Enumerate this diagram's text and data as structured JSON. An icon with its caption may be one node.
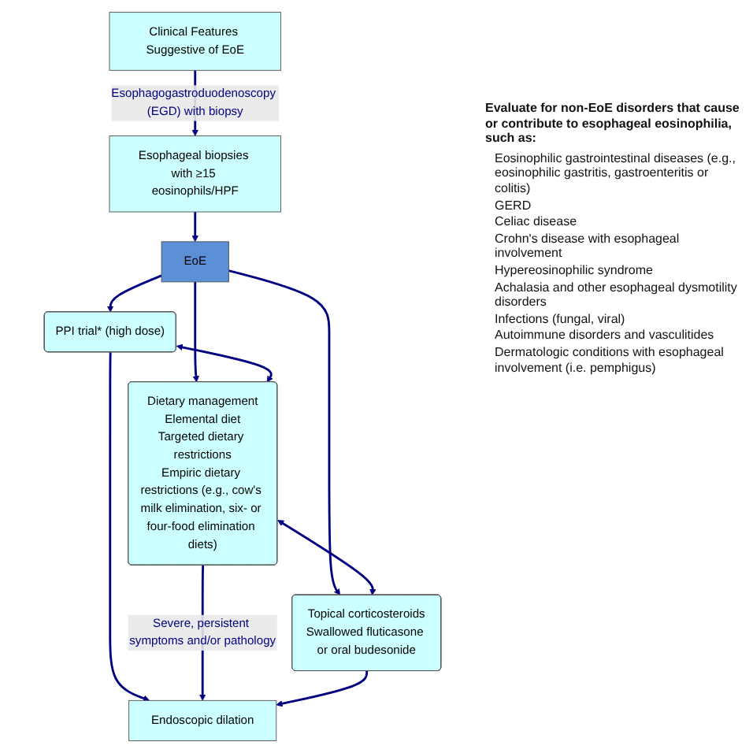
{
  "diagram": {
    "nodes": [
      {
        "text": [
          "Clinical Features Suggestive of EoE"
        ]
      },
      {
        "text": [
          "Esophageal biopsies with ≥15 eosinophils/HPF"
        ]
      },
      {
        "text": [
          "EoE"
        ]
      },
      {
        "text": [
          "PPI trial* (high dose)"
        ]
      },
      {
        "text": [
          "Dietary management",
          "Elemental diet",
          "Targeted dietary restrictions",
          "Empiric dietary restrictions (e.g., cow's milk elimination, six- or four-food elimination diets)"
        ]
      },
      {
        "text": [
          "Topical corticosteroids",
          "Swallowed fluticasone or oral budesonide"
        ]
      },
      {
        "text": [
          "Endoscopic dilation"
        ]
      }
    ],
    "edges": [
      {
        "from": 0,
        "to": 1,
        "arrow": "to",
        "label": "Esophagogastroduodenoscopy (EGD) with biopsy"
      },
      {
        "from": 1,
        "to": 2,
        "arrow": "to"
      },
      {
        "from": 2,
        "to": 3,
        "arrow": "to"
      },
      {
        "from": 2,
        "to": 4,
        "arrow": "to"
      },
      {
        "from": 2,
        "to": 5,
        "arrow": "to"
      },
      {
        "from": 3,
        "to": 4,
        "arrow": "both"
      },
      {
        "from": 4,
        "to": 5,
        "arrow": "both"
      },
      {
        "from": 3,
        "to": 6,
        "arrow": "to"
      },
      {
        "from": 4,
        "to": 6,
        "arrow": "to",
        "label": "Severe, persistent symptoms and/or pathology"
      },
      {
        "from": 5,
        "to": 6,
        "arrow": "to"
      }
    ],
    "labels": [
      "Evaluate for non-EoE disorders that cause or contribute to esophageal eosinophilia, such as:",
      "Eosinophilic gastrointestinal diseases (e.g., eosinophilic gastritis, gastroenteritis or colitis)",
      "GERD",
      "Celiac disease",
      "Crohn's disease with esophageal involvement",
      "Hypereosinophilic syndrome",
      "Achalasia and other esophageal dysmotility disorders",
      "Infections (fungal, viral)",
      "Autoimmune disorders and vasculitides",
      "Dermatologic conditions with esophageal involvement (i.e. pemphigus)"
    ]
  }
}
